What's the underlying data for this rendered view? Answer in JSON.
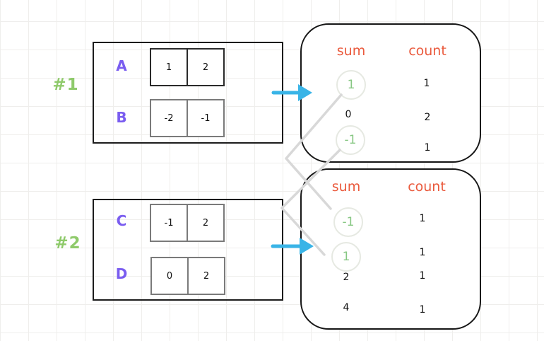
{
  "title": "group-by-sum whiteboard diagram",
  "labels": {
    "group1": "#1",
    "group2": "#2"
  },
  "inputs": {
    "box1": {
      "rows": [
        {
          "name": "A",
          "cells": [
            "1",
            "2"
          ]
        },
        {
          "name": "B",
          "cells": [
            "-2",
            "-1"
          ]
        }
      ]
    },
    "box2": {
      "rows": [
        {
          "name": "C",
          "cells": [
            "-1",
            "2"
          ]
        },
        {
          "name": "D",
          "cells": [
            "0",
            "2"
          ]
        }
      ]
    }
  },
  "results": {
    "box1": {
      "sum_header": "sum",
      "count_header": "count",
      "rows": [
        {
          "sum": "1",
          "count": "1",
          "highlighted": true
        },
        {
          "sum": "0",
          "count": "2",
          "highlighted": false
        },
        {
          "sum": "-1",
          "count": "1",
          "highlighted": true
        }
      ]
    },
    "box2": {
      "sum_header": "sum",
      "count_header": "count",
      "rows": [
        {
          "sum": "-1",
          "count": "1",
          "highlighted": true
        },
        {
          "sum": "1",
          "count": "1",
          "highlighted": true
        },
        {
          "sum": "2",
          "count": "1",
          "highlighted": false
        },
        {
          "sum": "4",
          "count": "1",
          "highlighted": false
        }
      ]
    }
  },
  "icons": {
    "arrow1": "arrow-right-icon",
    "arrow2": "arrow-right-icon",
    "connector1": "connector-line-1-to-minus1",
    "connector2": "connector-minus1-to-1"
  },
  "colors": {
    "array_name_purple": "#7a5df0",
    "group_label_green": "#8fca6b",
    "header_orange_red": "#ea5a3d",
    "highlight_green": "#87c783",
    "arrow_cyan": "#39b4e7",
    "connector_gray": "#d8d8d8",
    "grid_line": "#efeeec"
  }
}
